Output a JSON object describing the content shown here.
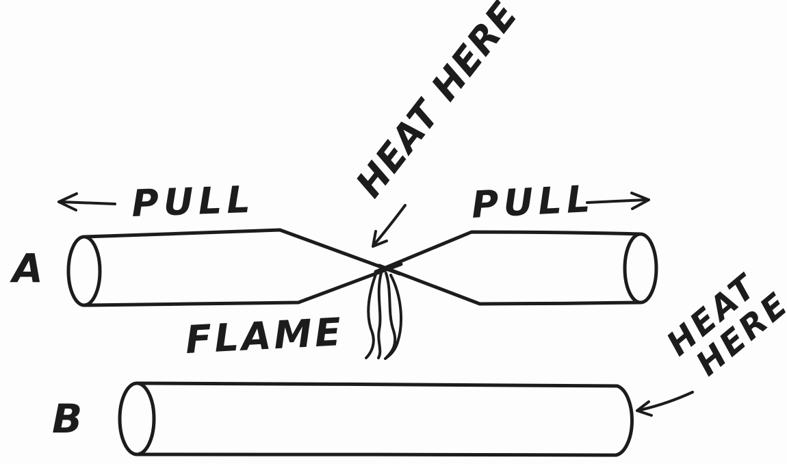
{
  "colors": {
    "ink": "#1c1c1c",
    "paper": "#fdfdfd"
  },
  "figure_a": {
    "label": "A",
    "pull_left": "PULL",
    "pull_right": "PULL",
    "heat_here": "HEAT HERE",
    "flame_label": "FLAME"
  },
  "figure_b": {
    "label": "B",
    "heat_line1": "HEAT",
    "heat_line2": "HERE"
  }
}
